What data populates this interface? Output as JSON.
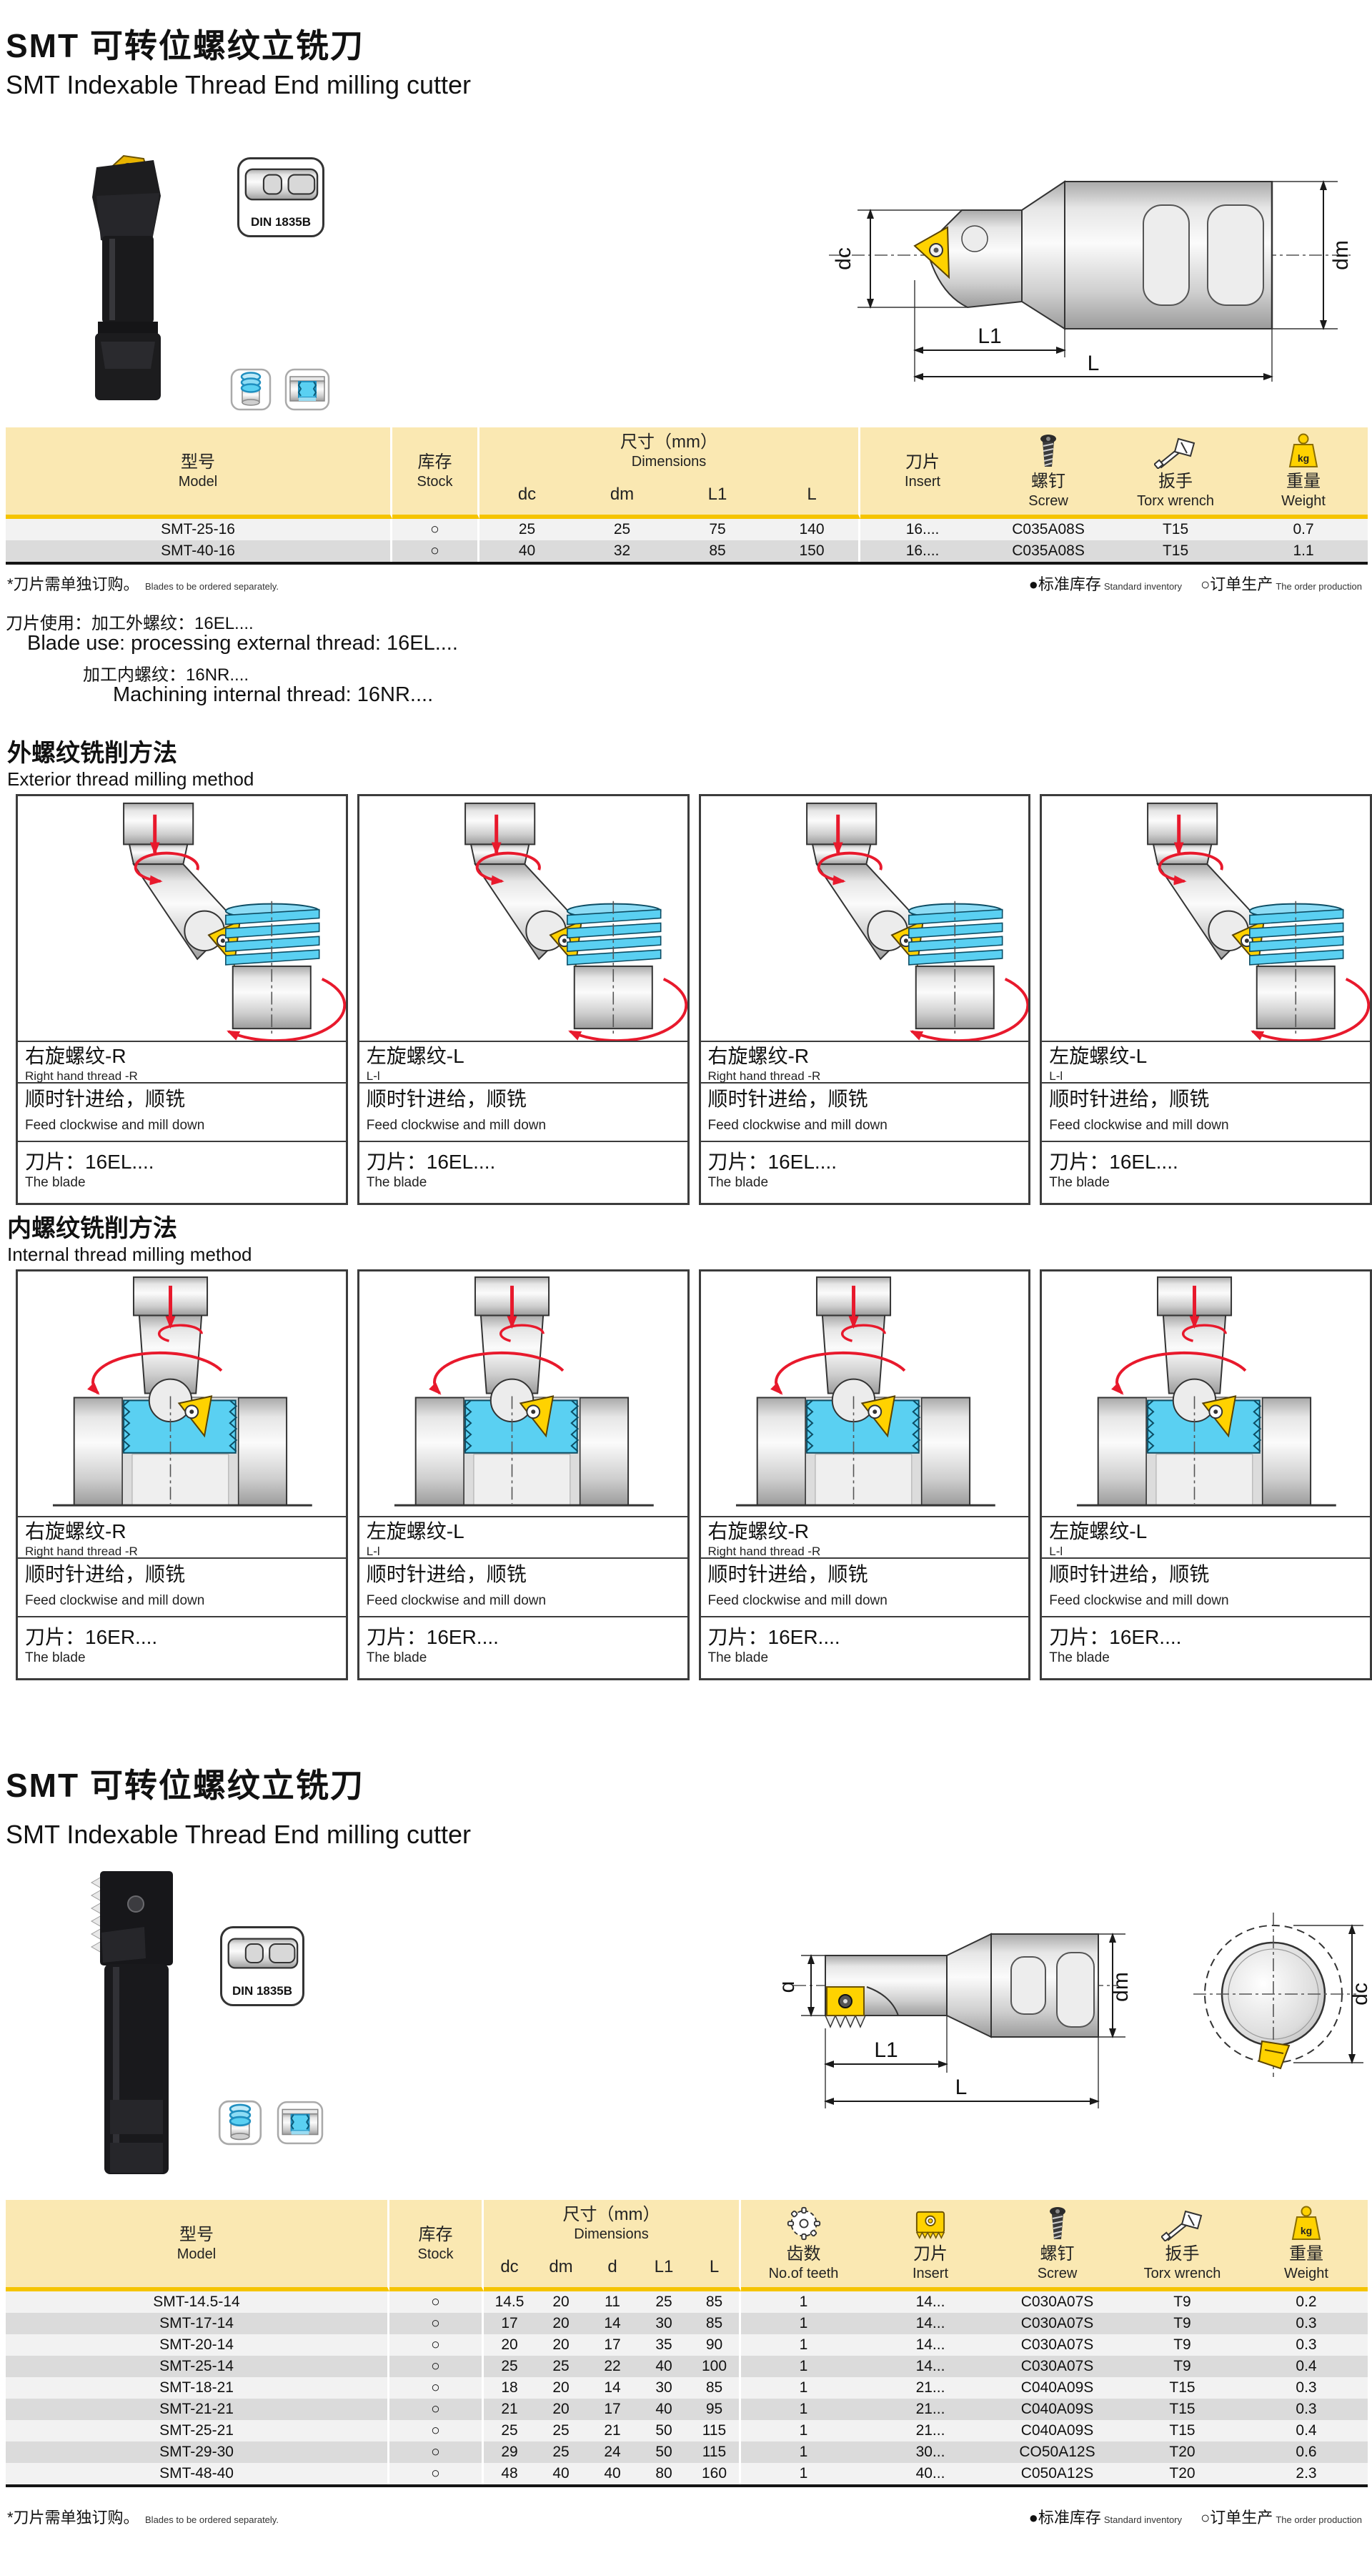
{
  "colors": {
    "header_bg": "#FAE8B2",
    "accent_yellow": "#F5C400",
    "row_light": "#F2F2F2",
    "row_dark": "#DBDBDB",
    "insert_yellow": "#FFD200",
    "thread_blue": "#5AD0F2",
    "arrow_red": "#E8192C"
  },
  "section1": {
    "title_zh": "SMT 可转位螺纹立铣刀",
    "title_en": "SMT Indexable Thread End milling cutter",
    "din_badge": "DIN 1835B"
  },
  "section2": {
    "title_zh": "SMT 可转位螺纹立铣刀",
    "title_en": "SMT Indexable Thread End milling cutter",
    "din_badge": "DIN 1835B"
  },
  "footnote": {
    "star_zh": "*刀片需单独订购。",
    "star_en": "Blades to be ordered separately.",
    "legend_filled_icon": "●",
    "legend_standard_zh": "标准库存",
    "legend_standard_en": "Standard inventory",
    "legend_open_icon": "○",
    "legend_order_zh": "订单生产",
    "legend_order_en": "The order production"
  },
  "blade_use": {
    "line1_zh": "刀片使用：加工外螺纹：16EL....",
    "line1_en": "Blade use: processing external thread: 16EL....",
    "line2_zh": "加工内螺纹：16NR....",
    "line2_en": "Machining internal thread: 16NR...."
  },
  "diagrams": {
    "top": {
      "dc": "dc",
      "dm": "dm",
      "l1": "L1",
      "l": "L"
    },
    "bottom_side": {
      "d": "d",
      "dm": "dm",
      "l1": "L1",
      "l": "L"
    },
    "bottom_end": {
      "dc": "dc"
    }
  },
  "table1": {
    "model_zh": "型号",
    "model_en": "Model",
    "stock_zh": "库存",
    "stock_en": "Stock",
    "dims_zh": "尺寸（mm）",
    "dims_en": "Dimensions",
    "dims_cols": [
      "dc",
      "dm",
      "L1",
      "L"
    ],
    "insert_zh": "刀片",
    "insert_en": "Insert",
    "screw_zh": "螺钉",
    "screw_en": "Screw",
    "torx_zh": "扳手",
    "torx_en": "Torx wrench",
    "weight_zh": "重量",
    "weight_en": "Weight",
    "rows": [
      [
        "SMT-25-16",
        "○",
        "25",
        "25",
        "75",
        "140",
        "16....",
        "C035A08S",
        "T15",
        "0.7"
      ],
      [
        "SMT-40-16",
        "○",
        "40",
        "32",
        "85",
        "150",
        "16....",
        "C035A08S",
        "T15",
        "1.1"
      ]
    ]
  },
  "methods": [
    {
      "heading_zh": "外螺纹铣削方法",
      "heading_en": "Exterior thread milling method",
      "type": "exterior",
      "panels": [
        {
          "thread_zh": "右旋螺纹-R",
          "thread_en": "Right hand thread -R",
          "feed_zh": "顺时针进给，顺铣",
          "feed_en": "Feed clockwise and mill down",
          "blade_zh": "刀片：16EL....",
          "blade_en": "The blade"
        },
        {
          "thread_zh": "左旋螺纹-L",
          "thread_en": "L-l",
          "feed_zh": "顺时针进给，顺铣",
          "feed_en": "Feed clockwise and mill down",
          "blade_zh": "刀片：16EL....",
          "blade_en": "The blade"
        },
        {
          "thread_zh": "右旋螺纹-R",
          "thread_en": "Right hand thread -R",
          "feed_zh": "顺时针进给，顺铣",
          "feed_en": "Feed clockwise and mill down",
          "blade_zh": "刀片：16EL....",
          "blade_en": "The blade"
        },
        {
          "thread_zh": "左旋螺纹-L",
          "thread_en": "L-l",
          "feed_zh": "顺时针进给，顺铣",
          "feed_en": "Feed clockwise and mill down",
          "blade_zh": "刀片：16EL....",
          "blade_en": "The blade"
        }
      ]
    },
    {
      "heading_zh": "内螺纹铣削方法",
      "heading_en": "Internal thread milling method",
      "type": "internal",
      "panels": [
        {
          "thread_zh": "右旋螺纹-R",
          "thread_en": "Right hand thread -R",
          "feed_zh": "顺时针进给，顺铣",
          "feed_en": "Feed clockwise and mill down",
          "blade_zh": "刀片：16ER....",
          "blade_en": "The blade"
        },
        {
          "thread_zh": "左旋螺纹-L",
          "thread_en": "L-l",
          "feed_zh": "顺时针进给，顺铣",
          "feed_en": "Feed clockwise and mill down",
          "blade_zh": "刀片：16ER....",
          "blade_en": "The blade"
        },
        {
          "thread_zh": "右旋螺纹-R",
          "thread_en": "Right hand thread -R",
          "feed_zh": "顺时针进给，顺铣",
          "feed_en": "Feed clockwise and mill down",
          "blade_zh": "刀片：16ER....",
          "blade_en": "The blade"
        },
        {
          "thread_zh": "左旋螺纹-L",
          "thread_en": "L-l",
          "feed_zh": "顺时针进给，顺铣",
          "feed_en": "Feed clockwise and mill down",
          "blade_zh": "刀片：16ER....",
          "blade_en": "The blade"
        }
      ]
    }
  ],
  "table2": {
    "model_zh": "型号",
    "model_en": "Model",
    "stock_zh": "库存",
    "stock_en": "Stock",
    "dims_zh": "尺寸（mm）",
    "dims_en": "Dimensions",
    "dims_cols": [
      "dc",
      "dm",
      "d",
      "L1",
      "L"
    ],
    "teeth_zh": "齿数",
    "teeth_en": "No.of teeth",
    "insert_zh": "刀片",
    "insert_en": "Insert",
    "screw_zh": "螺钉",
    "screw_en": "Screw",
    "torx_zh": "扳手",
    "torx_en": "Torx wrench",
    "weight_zh": "重量",
    "weight_en": "Weight",
    "rows": [
      [
        "SMT-14.5-14",
        "○",
        "14.5",
        "20",
        "11",
        "25",
        "85",
        "1",
        "14...",
        "C030A07S",
        "T9",
        "0.2"
      ],
      [
        "SMT-17-14",
        "○",
        "17",
        "20",
        "14",
        "30",
        "85",
        "1",
        "14...",
        "C030A07S",
        "T9",
        "0.3"
      ],
      [
        "SMT-20-14",
        "○",
        "20",
        "20",
        "17",
        "35",
        "90",
        "1",
        "14...",
        "C030A07S",
        "T9",
        "0.3"
      ],
      [
        "SMT-25-14",
        "○",
        "25",
        "25",
        "22",
        "40",
        "100",
        "1",
        "14...",
        "C030A07S",
        "T9",
        "0.4"
      ],
      [
        "SMT-18-21",
        "○",
        "18",
        "20",
        "14",
        "30",
        "85",
        "1",
        "21...",
        "C040A09S",
        "T15",
        "0.3"
      ],
      [
        "SMT-21-21",
        "○",
        "21",
        "20",
        "17",
        "40",
        "95",
        "1",
        "21...",
        "C040A09S",
        "T15",
        "0.3"
      ],
      [
        "SMT-25-21",
        "○",
        "25",
        "25",
        "21",
        "50",
        "115",
        "1",
        "21...",
        "C040A09S",
        "T15",
        "0.4"
      ],
      [
        "SMT-29-30",
        "○",
        "29",
        "25",
        "24",
        "50",
        "115",
        "1",
        "30...",
        "CO50A12S",
        "T20",
        "0.6"
      ],
      [
        "SMT-48-40",
        "○",
        "48",
        "40",
        "40",
        "80",
        "160",
        "1",
        "40...",
        "C050A12S",
        "T20",
        "2.3"
      ]
    ]
  }
}
